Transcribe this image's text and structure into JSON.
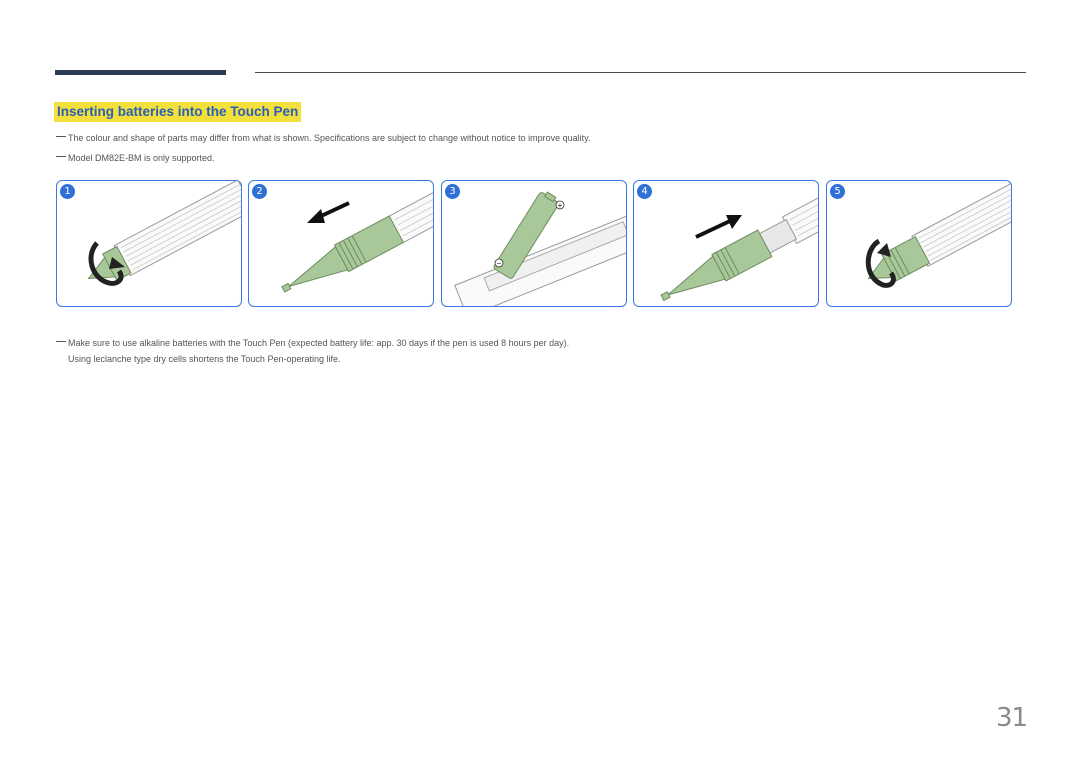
{
  "header": {
    "section_title": "Inserting batteries into the Touch Pen"
  },
  "notes_top": [
    "The colour and shape of parts may differ from what is shown. Specifications are subject to change without notice to improve quality.",
    "Model DM82E-BM is only supported."
  ],
  "steps": [
    {
      "number": "1"
    },
    {
      "number": "2"
    },
    {
      "number": "3"
    },
    {
      "number": "4"
    },
    {
      "number": "5"
    }
  ],
  "battery_symbols": {
    "plus": "+",
    "minus": "−"
  },
  "note_bottom": {
    "line1": "Make sure to use alkaline batteries with the Touch Pen (expected battery life: app. 30 days if the pen is used 8 hours per day).",
    "line2": "Using leclanche type dry cells shortens the Touch Pen-operating life."
  },
  "footer": {
    "page_number": "31"
  },
  "colors": {
    "accent_blue": "#2f6fd8",
    "title_highlight": "#f3e03b",
    "pen_green": "#a9c89a",
    "header_bar": "#2b3a55"
  }
}
